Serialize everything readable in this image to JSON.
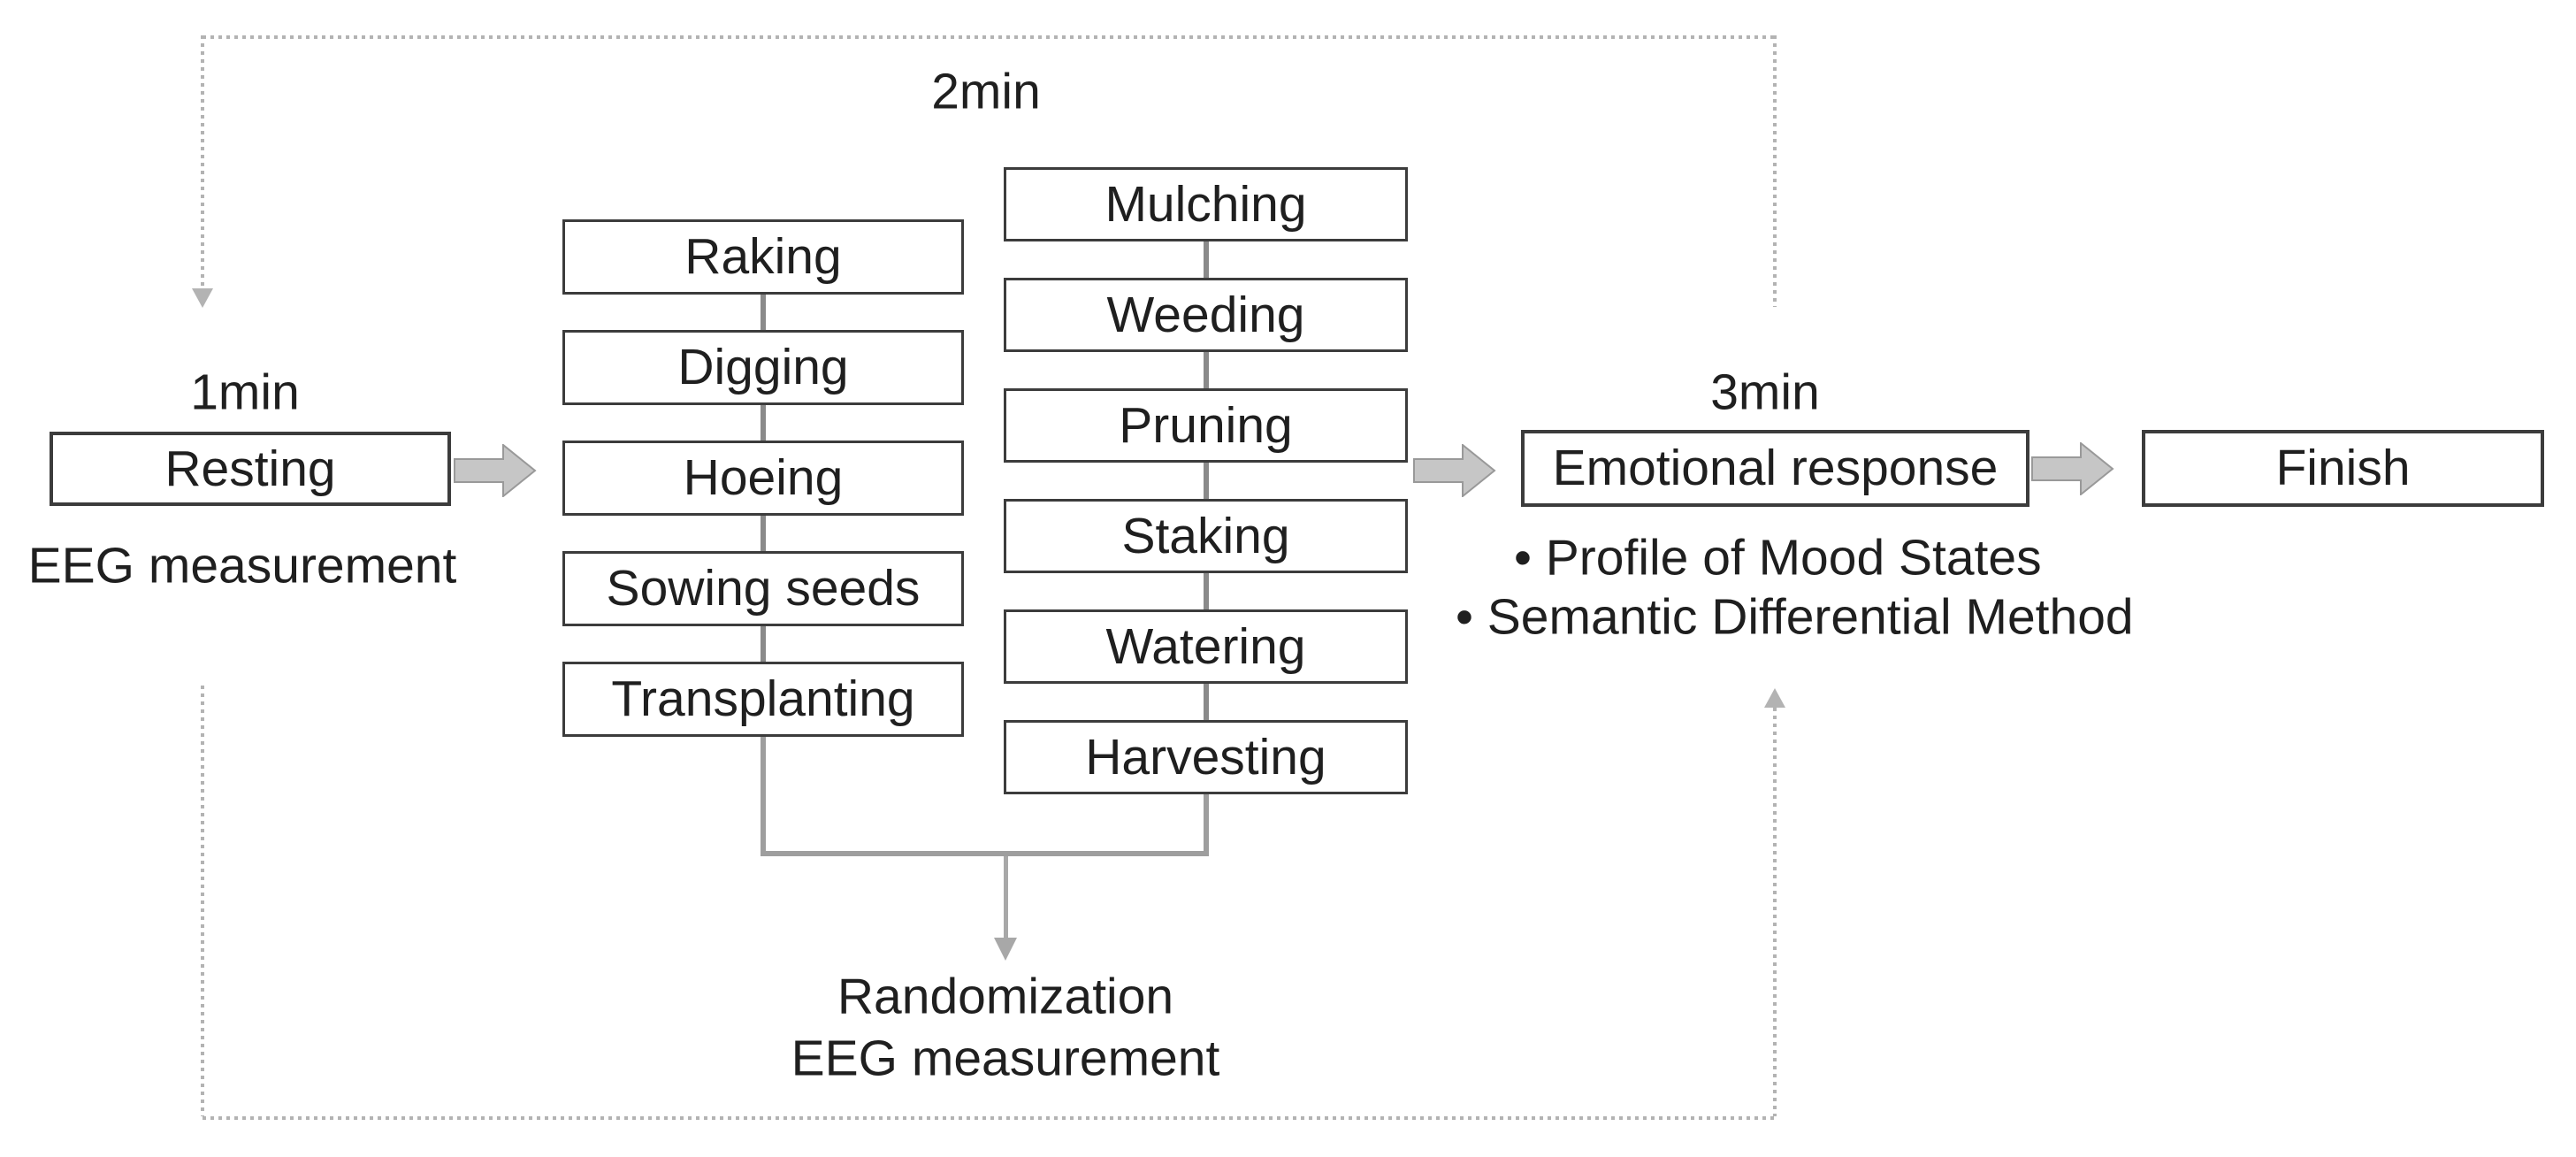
{
  "diagram": {
    "title_hint": "Experimental procedure flowchart",
    "labels": {
      "top_duration": "2min",
      "left_duration": "1min",
      "right_duration": "3min",
      "left_note": "EEG measurement",
      "bottom_note_line1": "Randomization",
      "bottom_note_line2": "EEG measurement",
      "bullet1": "• Profile of Mood States",
      "bullet2": "• Semantic Differential Method"
    },
    "nodes": {
      "resting": "Resting",
      "emotional_response": "Emotional response",
      "finish": "Finish"
    },
    "column1": [
      "Raking",
      "Digging",
      "Hoeing",
      "Sowing seeds",
      "Transplanting"
    ],
    "column2": [
      "Mulching",
      "Weeding",
      "Pruning",
      "Staking",
      "Watering",
      "Harvesting"
    ],
    "colors": {
      "background": "#ffffff",
      "text": "#1f1f1f",
      "box_border": "#3c3c3c",
      "column_connector": "#8a8a8a",
      "merge_connector": "#9e9e9e",
      "block_arrow_fill": "#c6c6c6",
      "block_arrow_stroke": "#999999",
      "dashed_loop": "#b3b3b3"
    }
  }
}
